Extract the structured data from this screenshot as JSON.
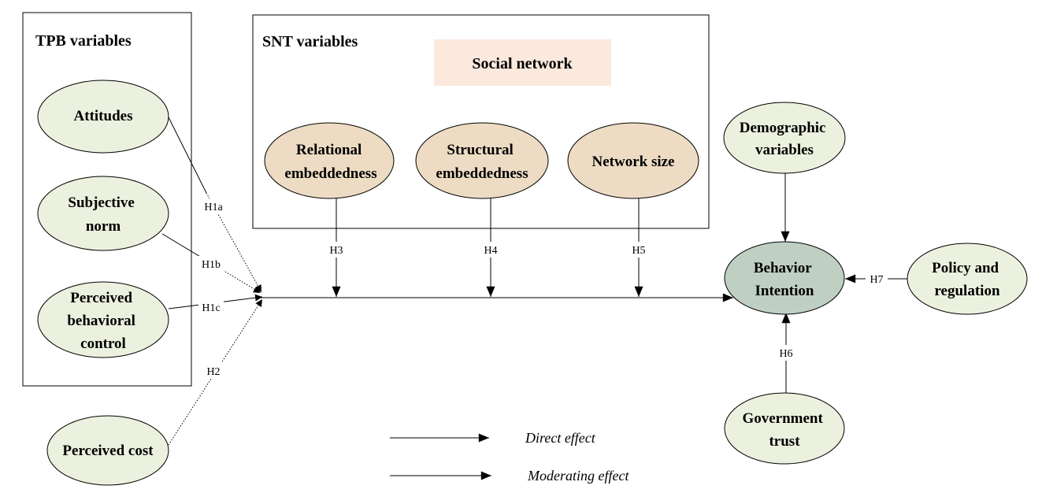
{
  "groups": {
    "tpb": "TPB variables",
    "snt": "SNT variables",
    "social_network": "Social network"
  },
  "nodes": {
    "attitudes": [
      "Attitudes"
    ],
    "subjective_norm": [
      "Subjective",
      "norm"
    ],
    "pbc": [
      "Perceived",
      "behavioral",
      "control"
    ],
    "perceived_cost": [
      "Perceived cost"
    ],
    "relational": [
      "Relational",
      "embeddedness"
    ],
    "structural": [
      "Structural",
      "embeddedness"
    ],
    "network_size": [
      "Network size"
    ],
    "demographic": [
      "Demographic",
      "variables"
    ],
    "behavior_intention": [
      "Behavior",
      "Intention"
    ],
    "policy": [
      "Policy and",
      "regulation"
    ],
    "government_trust": [
      "Government",
      "trust"
    ]
  },
  "hypotheses": {
    "h1a": "H1a",
    "h1b": "H1b",
    "h1c": "H1c",
    "h2": "H2",
    "h3": "H3",
    "h4": "H4",
    "h5": "H5",
    "h6": "H6",
    "h7": "H7"
  },
  "legend": {
    "direct": "Direct effect",
    "moderating": "Moderating effect"
  },
  "colors": {
    "green_fill": "#ebf1de",
    "tan_fill": "#eddcc3",
    "intention_fill": "#bfd0c3",
    "social_network_fill": "#fbe9de"
  }
}
